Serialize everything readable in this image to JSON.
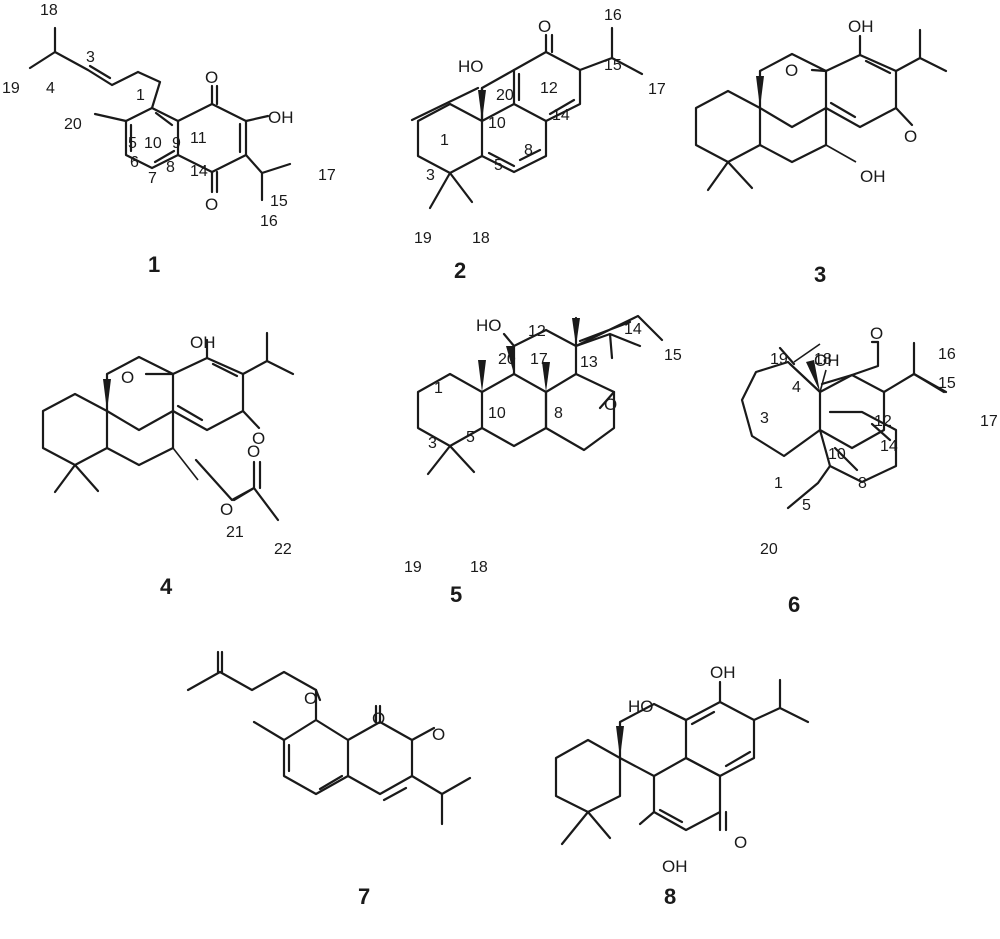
{
  "figure": {
    "compounds": [
      {
        "id": "1",
        "atom_labels": [
          "O",
          "OH",
          "O"
        ],
        "numbers": [
          "18",
          "19",
          "3",
          "4",
          "1",
          "20",
          "5",
          "10",
          "9",
          "11",
          "6",
          "8",
          "7",
          "14",
          "17",
          "15",
          "16"
        ]
      },
      {
        "id": "2",
        "atom_labels": [
          "O",
          "HO"
        ],
        "numbers": [
          "16",
          "15",
          "17",
          "12",
          "20",
          "10",
          "14",
          "1",
          "8",
          "5",
          "3",
          "19",
          "18"
        ]
      },
      {
        "id": "3",
        "atom_labels": [
          "OH",
          "O",
          "O",
          "OH"
        ],
        "numbers": []
      },
      {
        "id": "4",
        "atom_labels": [
          "OH",
          "O",
          "O",
          "O",
          "O"
        ],
        "numbers": [
          "21",
          "22"
        ]
      },
      {
        "id": "5",
        "atom_labels": [
          "HO",
          "O"
        ],
        "numbers": [
          "12",
          "14",
          "20",
          "13",
          "15",
          "17",
          "1",
          "10",
          "8",
          "3",
          "5",
          "19",
          "18"
        ]
      },
      {
        "id": "6",
        "atom_labels": [
          "OH",
          "O"
        ],
        "numbers": [
          "19",
          "18",
          "16",
          "4",
          "15",
          "3",
          "12",
          "17",
          "14",
          "10",
          "1",
          "8",
          "5",
          "20"
        ]
      },
      {
        "id": "7",
        "atom_labels": [
          "O",
          "O",
          "O"
        ],
        "numbers": []
      },
      {
        "id": "8",
        "atom_labels": [
          "OH",
          "HO",
          "O",
          "OH"
        ],
        "numbers": []
      }
    ]
  }
}
